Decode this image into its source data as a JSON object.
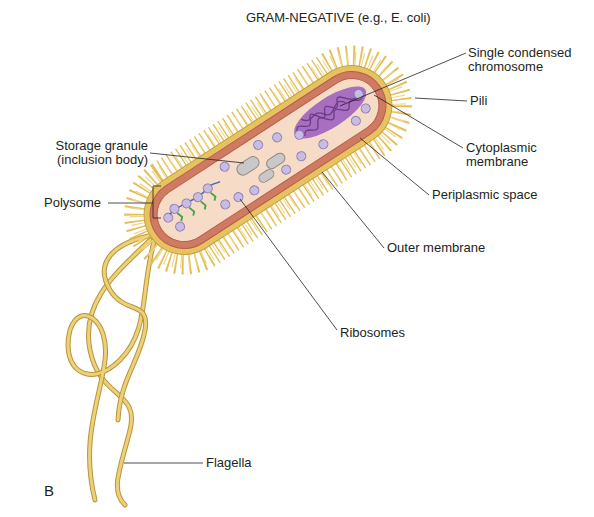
{
  "diagram": {
    "title": "GRAM-NEGATIVE (e.g., E. coli)",
    "labels": [
      "Single condensed chromosome",
      "Pili",
      "Cytoplasmic membrane",
      "Periplasmic space",
      "Outer membrane",
      "Ribosomes",
      "Flagella",
      "Polysome",
      "Storage granule (inclusion body)",
      "B"
    ]
  }
}
